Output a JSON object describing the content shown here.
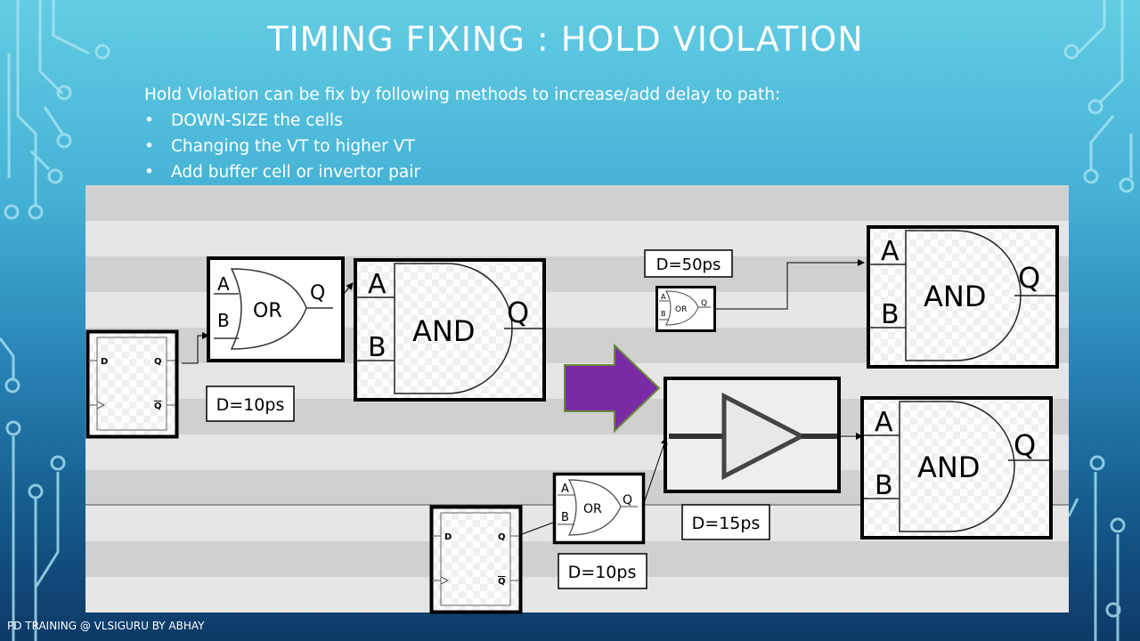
{
  "title": "TIMING FIXING : HOLD VIOLATION",
  "intro": "Hold Violation can be fix by following methods to increase/add delay to path:",
  "bullets": [
    "DOWN-SIZE the cells",
    "Changing the VT to higher VT",
    "Add buffer cell or invertor pair"
  ],
  "footer": "PD TRAINING @ VLSIGURU  BY ABHAY",
  "gate_labels": {
    "a": "A",
    "b": "B",
    "q": "Q",
    "and": "AND",
    "or": "OR",
    "d": "D",
    "qbar": "Q"
  },
  "delays": {
    "before_or": "D=10ps",
    "small_or": "D=50ps",
    "buffer": "D=15ps",
    "after_or": "D=10ps"
  },
  "colors": {
    "arrow": "#7b2aa5",
    "arrow_outline": "#6a8a3a"
  }
}
